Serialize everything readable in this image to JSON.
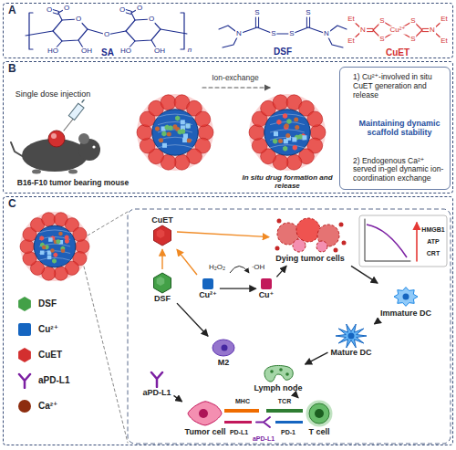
{
  "diagram": {
    "nodes": [
      {
        "text": [
          "A"
        ]
      },
      {
        "text": [
          "B"
        ]
      },
      {
        "text": [
          "1) Cu²⁺-involved in situ CuET generation and release",
          "2) Endogenous Ca²⁺ served in-gel dynamic ion-coordination exchange"
        ],
        "in": 1
      },
      {
        "text": [
          "C"
        ]
      },
      {
        "text": [
          "CuET"
        ],
        "in": 3
      },
      {
        "text": [
          "Dying tumor cells"
        ],
        "in": 3
      },
      {
        "text": [
          "DSF"
        ],
        "in": 3
      },
      {
        "text": [
          "Cu²⁺"
        ],
        "in": 3
      },
      {
        "text": [
          "Cu⁺"
        ],
        "in": 3
      },
      {
        "text": [
          "Immature DC"
        ],
        "in": 3
      },
      {
        "text": [
          "M2"
        ],
        "in": 3
      },
      {
        "text": [
          "Mature DC"
        ],
        "in": 3
      },
      {
        "text": [
          "Lymph node"
        ],
        "in": 3
      },
      {
        "text": [
          "aPD-L1"
        ],
        "in": 3
      },
      {
        "text": [
          "Tumor cell"
        ],
        "in": 3
      },
      {
        "text": [
          "T cell"
        ],
        "in": 3
      }
    ],
    "edges": [
      {
        "from": 6,
        "to": 4,
        "arrow": "to"
      },
      {
        "from": 7,
        "to": 4,
        "arrow": "to"
      },
      {
        "from": 4,
        "to": 5,
        "arrow": "to"
      },
      {
        "from": 7,
        "to": 8,
        "arrow": "to"
      },
      {
        "from": 8,
        "to": 5,
        "arrow": "to"
      },
      {
        "from": 6,
        "to": 10,
        "arrow": "to"
      },
      {
        "from": 5,
        "to": 9,
        "arrow": "to"
      },
      {
        "from": 9,
        "to": 11,
        "arrow": "to"
      },
      {
        "from": 11,
        "to": 12,
        "arrow": "to"
      },
      {
        "from": 12,
        "to": 15,
        "arrow": "to"
      },
      {
        "from": 13,
        "to": 14,
        "arrow": "to"
      }
    ],
    "labels": [
      "O",
      "O",
      "O",
      "HO",
      "OH",
      "O",
      "O",
      "O",
      "O",
      "HO",
      "OH",
      "n",
      "SA",
      "S",
      "S",
      "N",
      "S",
      "S",
      "N",
      "DSF",
      "Et",
      "Et",
      "N",
      "S",
      "S",
      "Cu²⁺",
      "S",
      "S",
      "N",
      "Et",
      "Et",
      "CuET",
      "Single dose injection",
      "B16-F10 tumor bearing mouse",
      "Ion-exchange",
      "In situ drug formation and release",
      "Maintaining dynamic scaffold stability",
      "H₂O₂",
      "·OH",
      "HMGB1",
      "ATP",
      "CRT",
      "MHC",
      "TCR",
      "PD-L1",
      "aPD-L1",
      "PD-1"
    ],
    "legend": [
      {
        "text": "DSF",
        "color": "#43a047"
      },
      {
        "text": "Cu²⁺",
        "color": "#1565c0"
      },
      {
        "text": "CuET",
        "color": "#d32f2f"
      },
      {
        "text": "aPD-L1"
      },
      {
        "text": "Ca²⁺",
        "color": "#8d2d0f"
      }
    ]
  }
}
